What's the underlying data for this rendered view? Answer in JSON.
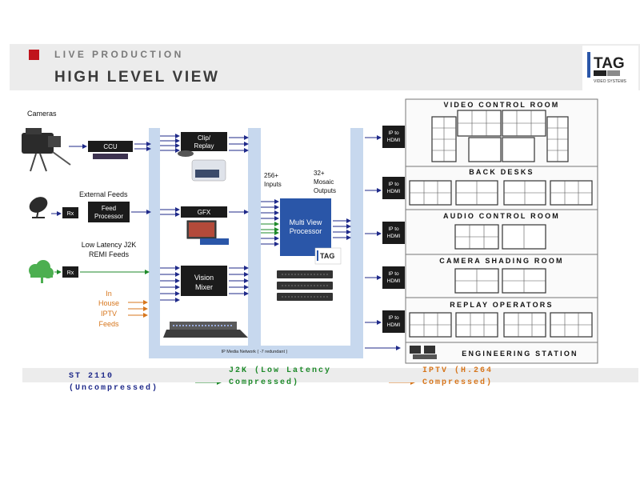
{
  "header": {
    "kicker": "LIVE PRODUCTION",
    "title": "HIGH LEVEL VIEW",
    "brand": "TAG",
    "brand_sub": "VIDEO SYSTEMS"
  },
  "sources": {
    "cameras": "Cameras",
    "external_feeds": "External  Feeds",
    "low_latency": "Low Latency J2K",
    "remi": "REMI Feeds",
    "in_house": "In",
    "house": "House",
    "iptv": "IPTV",
    "feeds": "Feeds"
  },
  "blocks": {
    "ccu": "CCU",
    "rx": "Rx",
    "feed_processor_1": "Feed",
    "feed_processor_2": "Processor",
    "clip_1": "Clip/",
    "clip_2": "Replay",
    "gfx": "GFX",
    "vision_1": "Vision",
    "vision_2": "Mixer",
    "mv_1": "Multi View",
    "mv_2": "Processor",
    "inputs_1": "256+",
    "inputs_2": "Inputs",
    "outputs_1": "32+",
    "outputs_2": "Mosaic",
    "outputs_3": "Outputs",
    "network": "IP Media Network ( -7 redundant )",
    "ip_hdmi_1": "IP to",
    "ip_hdmi_2": "HDMI"
  },
  "rooms": [
    {
      "name": "VIDEO CONTROL ROOM"
    },
    {
      "name": "BACK DESKS"
    },
    {
      "name": "AUDIO CONTROL ROOM"
    },
    {
      "name": "CAMERA SHADING ROOM"
    },
    {
      "name": "REPLAY OPERATORS"
    },
    {
      "name": "ENGINEERING STATION"
    }
  ],
  "legend": [
    {
      "line1": "ST 2110",
      "line2": "(Uncompressed)",
      "color": "#1f2a8a"
    },
    {
      "line1": "J2K (Low Latency",
      "line2": "Compressed)",
      "color": "#1e8a2a"
    },
    {
      "line1": "IPTV (H.264",
      "line2": "Compressed)",
      "color": "#d7761c"
    }
  ],
  "colors": {
    "st2110": "#1f2a8a",
    "j2k": "#1e8a2a",
    "iptv": "#d7761c",
    "network": "#c7d8ee",
    "mv_block": "#2a56a8",
    "accent_red": "#c0141c"
  }
}
